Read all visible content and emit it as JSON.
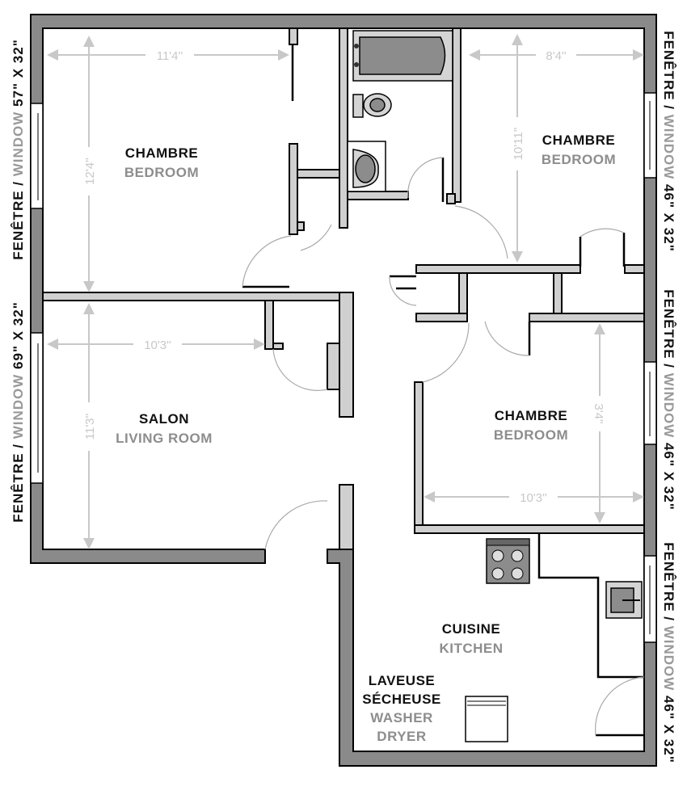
{
  "rooms": {
    "bedroom_1": {
      "fr": "CHAMBRE",
      "en": "BEDROOM",
      "width": "11'4''",
      "depth": "12'4''"
    },
    "bedroom_2": {
      "fr": "CHAMBRE",
      "en": "BEDROOM",
      "width": "8'4''",
      "depth": "10'11''"
    },
    "bedroom_3": {
      "fr": "CHAMBRE",
      "en": "BEDROOM",
      "width": "10'3''",
      "depth": "3'4''"
    },
    "living_room": {
      "fr": "SALON",
      "en": "LIVING ROOM",
      "width": "10'3''",
      "depth": "11'3''"
    },
    "kitchen": {
      "fr": "CUISINE",
      "en": "KITCHEN"
    },
    "laundry": {
      "fr1": "LAVEUSE",
      "fr2": "SÉCHEUSE",
      "en1": "WASHER",
      "en2": "DRYER"
    }
  },
  "windows": {
    "sep": " / ",
    "fr": "FENÊTRE",
    "en": "WINDOW",
    "left_1": "57\" X 32\"",
    "left_2": "69\" X 32\"",
    "right_1": "46\" X 32\"",
    "right_2": "46\" X 32\"",
    "right_3": "46\" X 32\""
  }
}
